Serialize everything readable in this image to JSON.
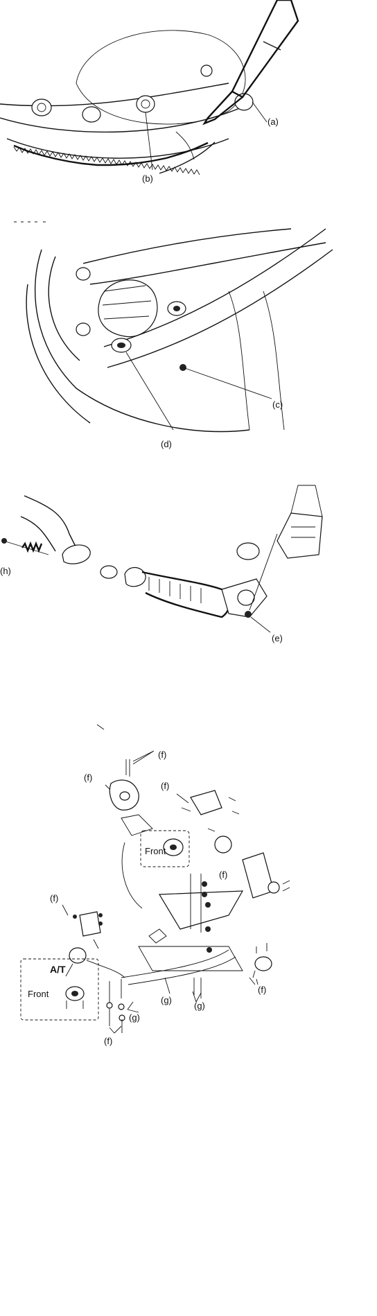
{
  "figure1": {
    "labels": {
      "a": "(a)",
      "b": "(b)"
    }
  },
  "figure2": {
    "labels": {
      "c": "(c)",
      "d": "(d)"
    }
  },
  "figure3": {
    "labels": {
      "e": "(e)",
      "h": "(h)"
    }
  },
  "figure4": {
    "labels": {
      "f": "(f)",
      "g": "(g)"
    },
    "inset_top": {
      "text": "Front"
    },
    "inset_bottom": {
      "title": "A/T",
      "text": "Front"
    }
  }
}
